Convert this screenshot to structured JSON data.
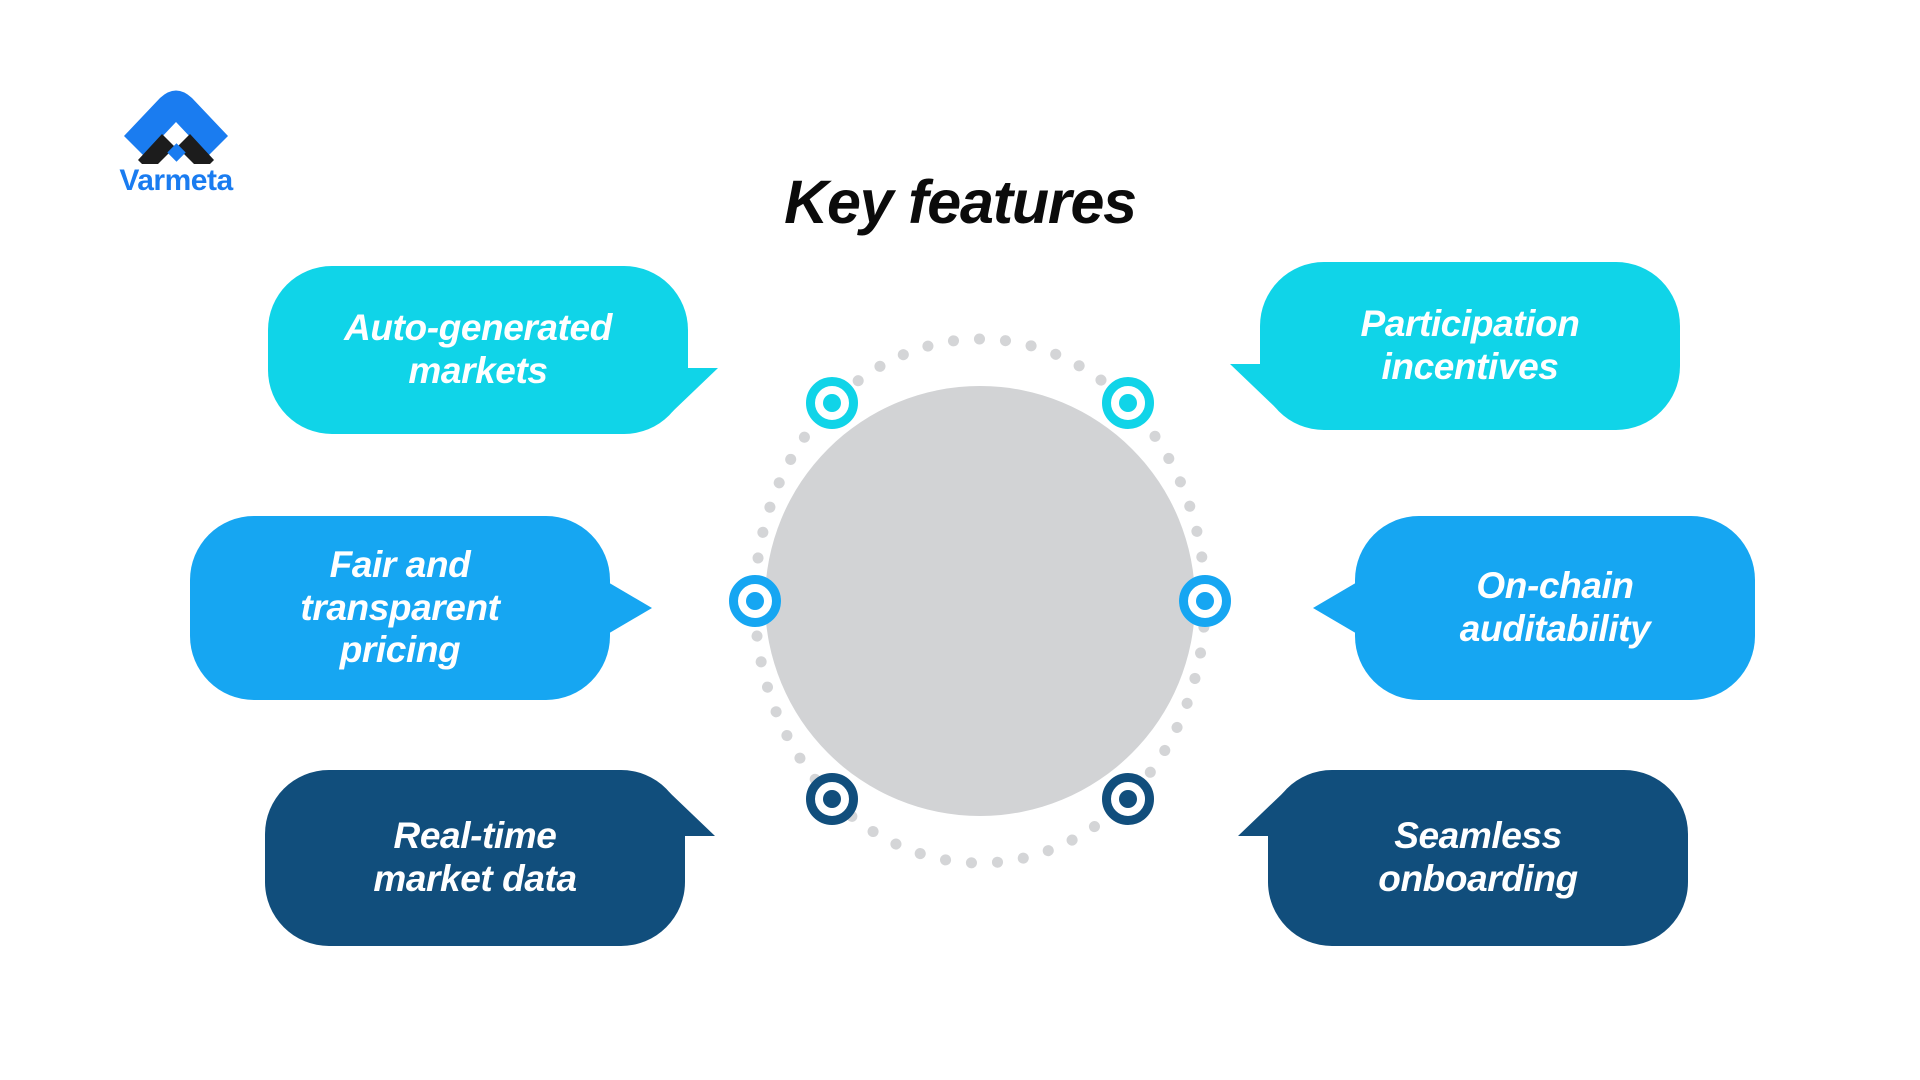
{
  "brand": {
    "name": "Varmeta",
    "logo_icon": "varmeta-chevron-logo",
    "primary_hex": "#1a7cf0",
    "dark_hex": "#1c1c1c"
  },
  "header": {
    "title": "Key features"
  },
  "diagram": {
    "center_circle_hex": "#d2d3d5",
    "ring_dot_hex": "#d4d5d7",
    "ring_style": "dotted",
    "features": [
      {
        "id": "auto-generated-markets",
        "label": "Auto-generated\nmarkets",
        "color_hex": "#10d4e8",
        "side": "left",
        "slot": "top",
        "marker_icon": "target-dot-icon"
      },
      {
        "id": "fair-and-transparent-pricing",
        "label": "Fair and\ntransparent\npricing",
        "color_hex": "#16a6f2",
        "side": "left",
        "slot": "middle",
        "marker_icon": "target-dot-icon"
      },
      {
        "id": "real-time-market-data",
        "label": "Real-time\nmarket data",
        "color_hex": "#114e7c",
        "side": "left",
        "slot": "bottom",
        "marker_icon": "target-dot-icon"
      },
      {
        "id": "participation-incentives",
        "label": "Participation\nincentives",
        "color_hex": "#10d4e8",
        "side": "right",
        "slot": "top",
        "marker_icon": "target-dot-icon"
      },
      {
        "id": "on-chain-auditability",
        "label": "On-chain\nauditability",
        "color_hex": "#16a6f2",
        "side": "right",
        "slot": "middle",
        "marker_icon": "target-dot-icon"
      },
      {
        "id": "seamless-onboarding",
        "label": "Seamless\nonboarding",
        "color_hex": "#114e7c",
        "side": "right",
        "slot": "bottom",
        "marker_icon": "target-dot-icon"
      }
    ]
  }
}
